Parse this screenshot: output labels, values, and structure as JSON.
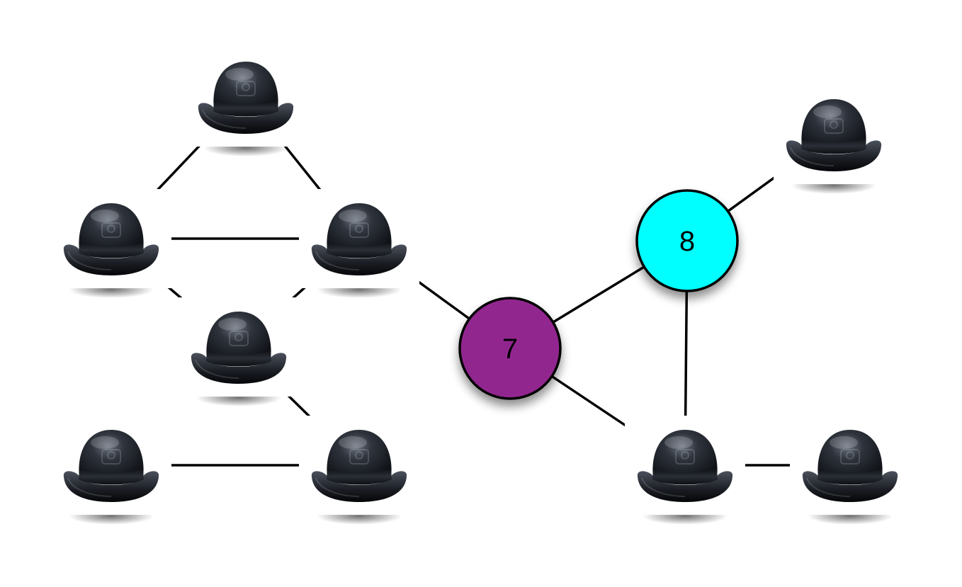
{
  "diagram": {
    "nodes": [
      {
        "id": "hat-top",
        "kind": "hat",
        "icon": "bowler-hat-icon"
      },
      {
        "id": "hat-left",
        "kind": "hat",
        "icon": "bowler-hat-icon"
      },
      {
        "id": "hat-mid",
        "kind": "hat",
        "icon": "bowler-hat-icon"
      },
      {
        "id": "hat-center",
        "kind": "hat",
        "icon": "bowler-hat-icon"
      },
      {
        "id": "hat-bottom-left",
        "kind": "hat",
        "icon": "bowler-hat-icon"
      },
      {
        "id": "hat-bottom-mid",
        "kind": "hat",
        "icon": "bowler-hat-icon"
      },
      {
        "id": "hat-top-right",
        "kind": "hat",
        "icon": "bowler-hat-icon"
      },
      {
        "id": "hat-bottom-right-a",
        "kind": "hat",
        "icon": "bowler-hat-icon"
      },
      {
        "id": "hat-bottom-right-b",
        "kind": "hat",
        "icon": "bowler-hat-icon"
      },
      {
        "id": "node-7",
        "kind": "circle",
        "label": "7",
        "color": "#92278f"
      },
      {
        "id": "node-8",
        "kind": "circle",
        "label": "8",
        "color": "#00ffff"
      }
    ],
    "edges": [
      [
        "hat-top",
        "hat-left"
      ],
      [
        "hat-top",
        "hat-mid"
      ],
      [
        "hat-left",
        "hat-mid"
      ],
      [
        "hat-left",
        "hat-center"
      ],
      [
        "hat-mid",
        "hat-center"
      ],
      [
        "hat-center",
        "hat-bottom-mid"
      ],
      [
        "hat-bottom-left",
        "hat-bottom-mid"
      ],
      [
        "hat-mid",
        "node-7"
      ],
      [
        "node-7",
        "node-8"
      ],
      [
        "node-7",
        "hat-bottom-right-a"
      ],
      [
        "node-8",
        "hat-top-right"
      ],
      [
        "node-8",
        "hat-bottom-right-a"
      ],
      [
        "hat-bottom-right-a",
        "hat-bottom-right-b"
      ]
    ],
    "colors": {
      "edge": "#000000",
      "circle_stroke": "#000000",
      "hat_body": "#2b2f38",
      "hat_tile": "#ffffff"
    }
  }
}
